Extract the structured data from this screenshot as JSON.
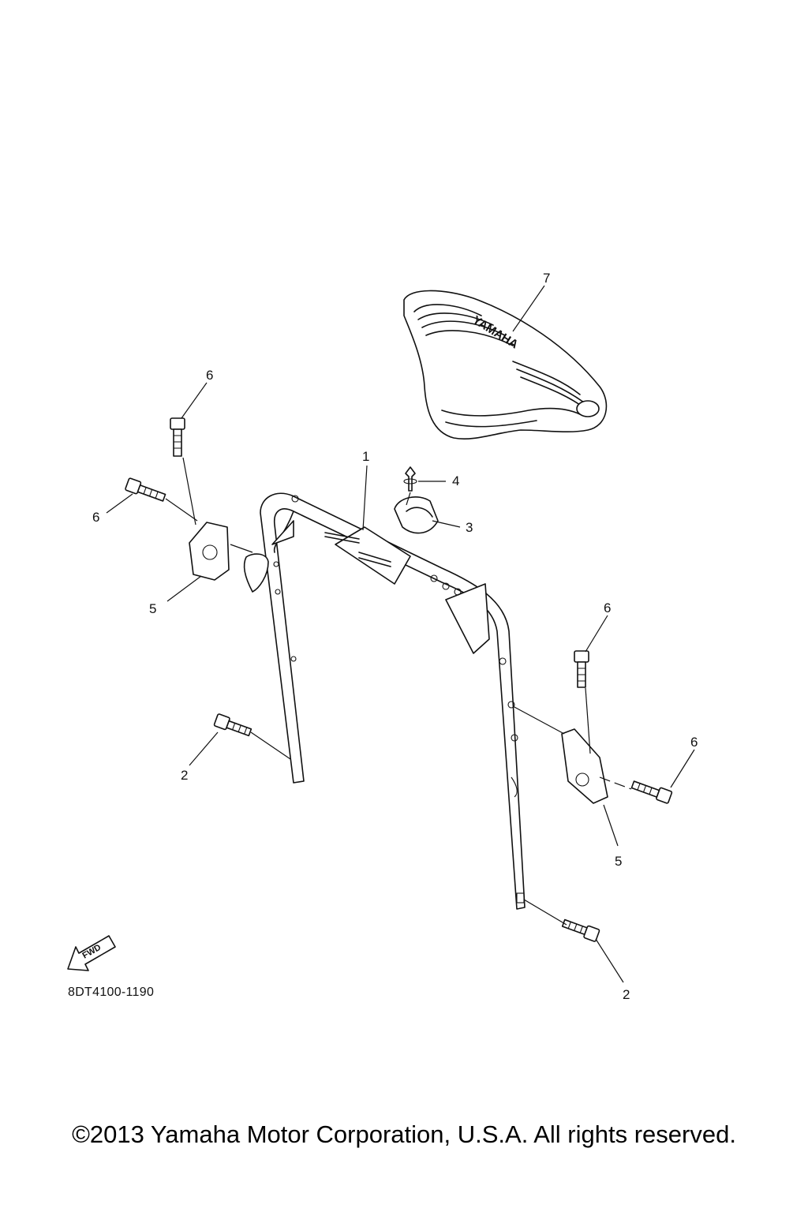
{
  "diagram": {
    "callouts": {
      "c1": "1",
      "c2a": "2",
      "c2b": "2",
      "c3": "3",
      "c4": "4",
      "c5a": "5",
      "c5b": "5",
      "c6a": "6",
      "c6b": "6",
      "c6c": "6",
      "c6d": "6",
      "c7": "7"
    },
    "seat_brand": "YAMAHA",
    "fwd_label": "FWD",
    "part_code": "8DT4100-1190"
  },
  "footer": {
    "copyright": "©2013 Yamaha Motor Corporation, U.S.A. All rights reserved."
  }
}
